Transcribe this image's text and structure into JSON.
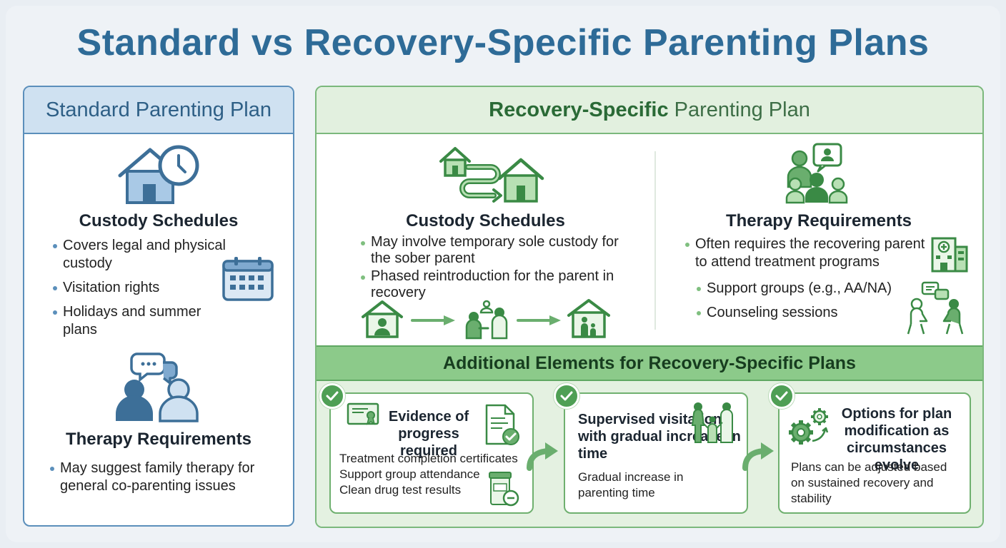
{
  "title": "Standard vs Recovery-Specific Parenting Plans",
  "colors": {
    "standard_accent": "#5b8fbb",
    "recovery_accent": "#4f9f55",
    "title": "#2e6b97"
  },
  "standard": {
    "header": "Standard Parenting Plan",
    "custody": {
      "title": "Custody Schedules",
      "bullets": [
        "Covers legal and physical custody",
        "Visitation rights",
        "Holidays and summer plans"
      ]
    },
    "therapy": {
      "title": "Therapy Requirements",
      "bullets": [
        "May suggest family therapy for general co-parenting issues"
      ]
    }
  },
  "recovery": {
    "header_bold": "Recovery-Specific",
    "header_rest": "Parenting Plan",
    "custody": {
      "title": "Custody Schedules",
      "bullets": [
        "May involve temporary sole custody for the sober parent",
        "Phased reintroduction for the parent in recovery"
      ]
    },
    "therapy": {
      "title": "Therapy Requirements",
      "bullets": [
        "Often requires the recovering parent to attend treatment programs"
      ],
      "sub_bullets": [
        "Support groups (e.g., AA/NA)",
        "Counseling sessions"
      ]
    },
    "additional": {
      "header": "Additional Elements for Recovery-Specific Plans",
      "cards": [
        {
          "title": "Evidence of progress required",
          "lines": [
            "Treatment completion certificates",
            "Support group attendance",
            "Clean drug test results"
          ]
        },
        {
          "title": "Supervised visitation with gradual increase in time",
          "lines": [
            "Gradual increase in parenting time"
          ]
        },
        {
          "title": "Options for plan modification as circumstances evolve",
          "lines": [
            "Plans can be adjusted based on sustained recovery and stability"
          ]
        }
      ]
    }
  },
  "icons": [
    "house-clock-icon",
    "calendar-icon",
    "chat-people-icon",
    "house-path-icon",
    "group-chat-icon",
    "hospital-icon",
    "counseling-icon",
    "house-parent-icon",
    "arrow-right-icon",
    "handoff-icon",
    "house-family-icon",
    "certificate-icon",
    "document-check-icon",
    "test-cup-icon",
    "family-icon",
    "gears-icon",
    "check-icon",
    "curved-arrow-icon"
  ]
}
